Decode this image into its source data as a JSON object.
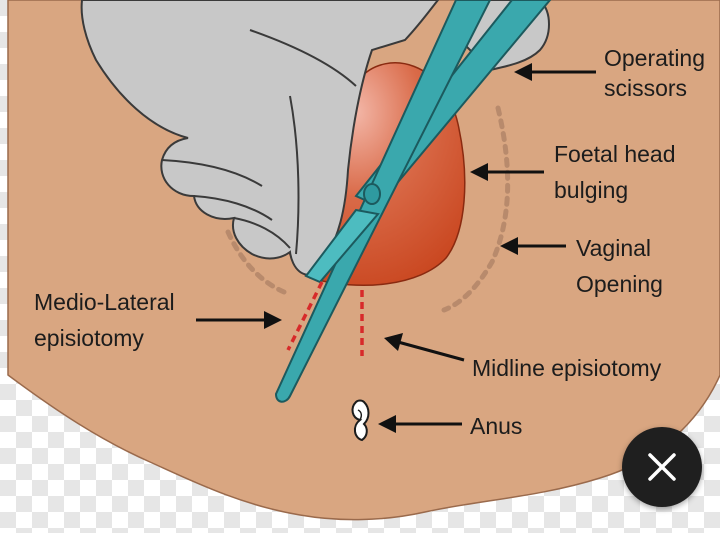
{
  "colors": {
    "skin": "#d9a681",
    "skin_outline": "#9a6a4c",
    "head": "#c9461f",
    "head_highlight": "#f3b7a8",
    "glove": "#c8c8c8",
    "glove_outline": "#3a3a3a",
    "scissors": "#3aa8ad",
    "scissors_outline": "#1c5a5e",
    "incision": "#d72a2a",
    "opening_dots": "#b88a6c",
    "close_button": "#1f1f1f"
  },
  "labels": {
    "operating_scissors_1": "Operating",
    "operating_scissors_2": "scissors",
    "foetal_head_1": "Foetal head",
    "foetal_head_2": "bulging",
    "vaginal_opening_1": "Vaginal",
    "vaginal_opening_2": "Opening",
    "medio_lateral_1": "Medio-Lateral",
    "medio_lateral_2": "episiotomy",
    "midline": "Midline episiotomy",
    "anus": "Anus"
  },
  "icons": {
    "close": "close-icon"
  }
}
